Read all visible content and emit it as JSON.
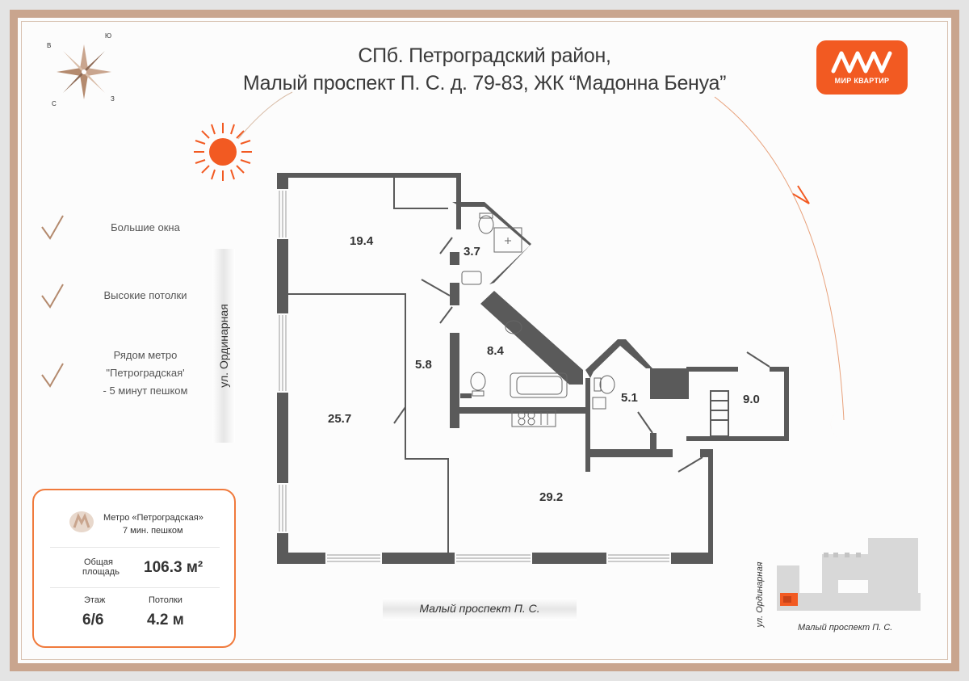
{
  "header": {
    "title_line1": "СПб. Петроградский район,",
    "title_line2": "Малый проспект П. С. д. 79-83, ЖК “Мадонна Бенуа”"
  },
  "logo": {
    "text": "МИР КВАРТИР",
    "color": "#f25a22"
  },
  "compass": {
    "n": "В",
    "ne": "Ю",
    "sw": "С",
    "se": "З"
  },
  "features": [
    {
      "label_lines": [
        "Большие окна"
      ]
    },
    {
      "label_lines": [
        "Высокие потолки"
      ]
    },
    {
      "label_lines": [
        "Рядом метро",
        "\"Петроградская'",
        "- 5 минут пешком"
      ]
    }
  ],
  "streets": {
    "vertical": "ул. Ординарная",
    "horizontal": "Малый проспект П. С."
  },
  "info_card": {
    "metro_name": "Метро «Петроградская»",
    "metro_walk": "7 мин. пешком",
    "area_label_1": "Общая",
    "area_label_2": "площадь",
    "area_value": "106.3 м²",
    "floor_label": "Этаж",
    "floor_value": "6/6",
    "ceiling_label": "Потолки",
    "ceiling_value": "4.2 м",
    "accent": "#f07a3c"
  },
  "rooms": [
    "19.4",
    "3.7",
    "5.8",
    "8.4",
    "25.7",
    "5.1",
    "9.0",
    "29.2"
  ],
  "minimap": {
    "street_vertical": "ул. Ординарная",
    "street_horizontal": "Малый проспект П. С."
  },
  "colors": {
    "wall": "#5a5a5a",
    "accent": "#f25a22",
    "frame": "#c9a58e"
  }
}
